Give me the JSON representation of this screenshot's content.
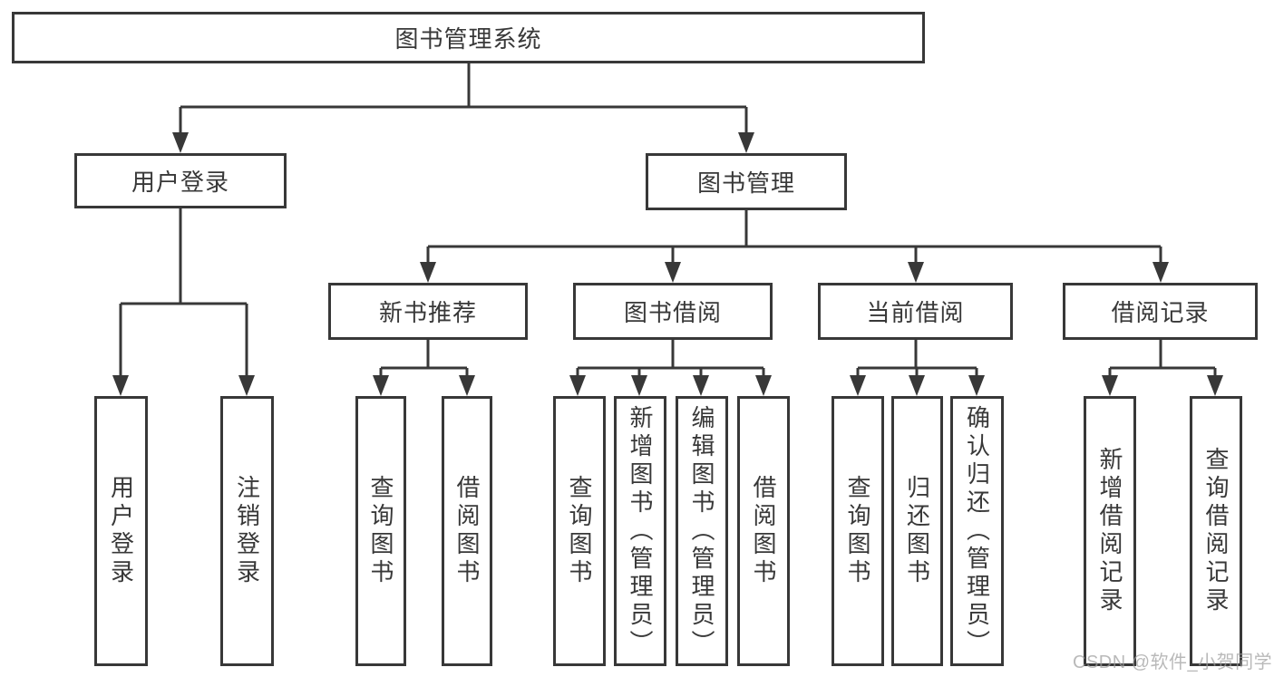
{
  "diagram": {
    "type": "hierarchy",
    "colors": {
      "line": "#383838",
      "text": "#383838",
      "background": "#ffffff",
      "watermark": "#9e9e9e"
    }
  },
  "watermark": {
    "text": "CSDN @软件_小贺同学"
  },
  "tree": {
    "root": {
      "label": "图书管理系统",
      "children": [
        {
          "label": "用户登录",
          "children": [
            {
              "label": "用户登录"
            },
            {
              "label": "注销登录"
            }
          ]
        },
        {
          "label": "图书管理",
          "children": [
            {
              "label": "新书推荐",
              "children": [
                {
                  "label": "查询图书"
                },
                {
                  "label": "借阅图书"
                }
              ]
            },
            {
              "label": "图书借阅",
              "children": [
                {
                  "label": "查询图书"
                },
                {
                  "label": "新增图书（管理员）"
                },
                {
                  "label": "编辑图书（管理员）"
                },
                {
                  "label": "借阅图书"
                }
              ]
            },
            {
              "label": "当前借阅",
              "children": [
                {
                  "label": "查询图书"
                },
                {
                  "label": "归还图书"
                },
                {
                  "label": "确认归还（管理员）"
                }
              ]
            },
            {
              "label": "借阅记录",
              "children": [
                {
                  "label": "新增借阅记录"
                },
                {
                  "label": "查询借阅记录"
                }
              ]
            }
          ]
        }
      ]
    }
  }
}
